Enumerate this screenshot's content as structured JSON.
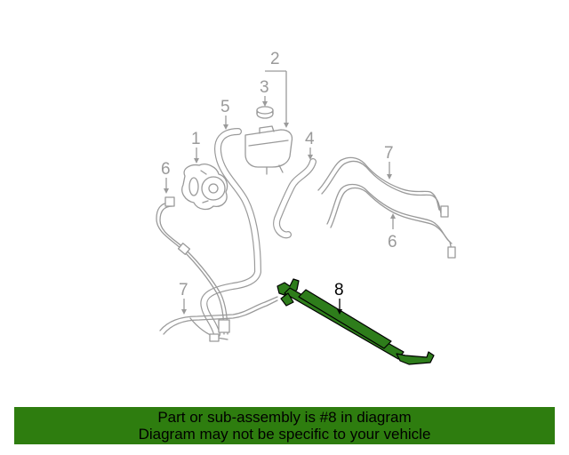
{
  "callouts": {
    "part_1": "1",
    "part_2": "2",
    "part_3": "3",
    "part_4": "4",
    "part_5": "5",
    "part_6_left": "6",
    "part_6_right": "6",
    "part_7_top": "7",
    "part_7_bottom": "7",
    "part_8": "8"
  },
  "highlighted_part": "8",
  "colors": {
    "highlight_green": "#2e7d1b",
    "banner_green": "#2e7d0f",
    "line_gray": "#9a9a9a"
  },
  "banner": {
    "line1": "Part or sub-assembly is #8 in diagram",
    "line2": "Diagram may not be specific to your vehicle"
  }
}
